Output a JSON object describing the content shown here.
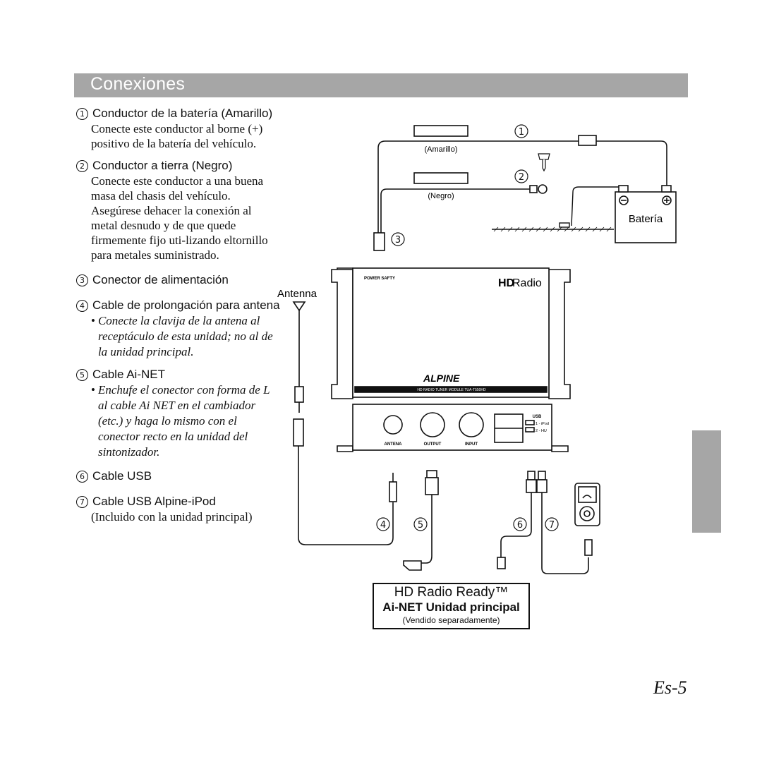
{
  "header": {
    "title": "Conexiones"
  },
  "items": [
    {
      "num": "1",
      "heading": "Conductor de la batería (Amarillo)",
      "desc": "Conecte este conductor al borne (+) positivo de la batería del vehículo."
    },
    {
      "num": "2",
      "heading": "Conductor a tierra (Negro)",
      "desc": "Conecte este conductor a una buena masa del chasis del vehículo. Asegúrese dehacer la conexión al metal desnudo y de que quede firmemente fijo uti-lizando eltornillo para metales suministrado."
    },
    {
      "num": "3",
      "heading": "Conector de alimentación"
    },
    {
      "num": "4",
      "heading": "Cable de prolongación para antena",
      "note": "Conecte la clavija de la antena al receptáculo de esta unidad; no al de la unidad principal."
    },
    {
      "num": "5",
      "heading": "Cable Ai-NET",
      "note": "Enchufe el conector con forma de L al cable Ai NET en el cambiador (etc.) y haga lo mismo con el conector recto en la unidad del sintonizador."
    },
    {
      "num": "6",
      "heading": "Cable USB"
    },
    {
      "num": "7",
      "heading": "Cable USB Alpine-iPod",
      "desc": "(Incluido con la unidad principal)"
    }
  ],
  "diagram": {
    "wire_yellow_label": "(Amarillo)",
    "wire_black_label": "(Negro)",
    "battery_label": "Batería",
    "antenna_label": "Antenna",
    "power_label": "POWER SAFTY",
    "hd_logo_hd": "HD",
    "hd_logo_radio": "Radio",
    "brand": "ALPINE",
    "module_text": "HD RADIO TUNER MODULE TUA-T550HD",
    "port_antenna": "ANTENA",
    "port_output": "OUTPUT",
    "port_input": "INPUT",
    "usb_label": "USB",
    "usb_1": "1 - iPod",
    "usb_2": "2 - HU",
    "callouts": [
      "1",
      "2",
      "3",
      "4",
      "5",
      "6",
      "7"
    ]
  },
  "caption_box": {
    "line1": "HD Radio Ready™",
    "line2": "Ai-NET Unidad principal",
    "line3": "(Vendido separadamente)"
  },
  "page_number": "Es-5"
}
